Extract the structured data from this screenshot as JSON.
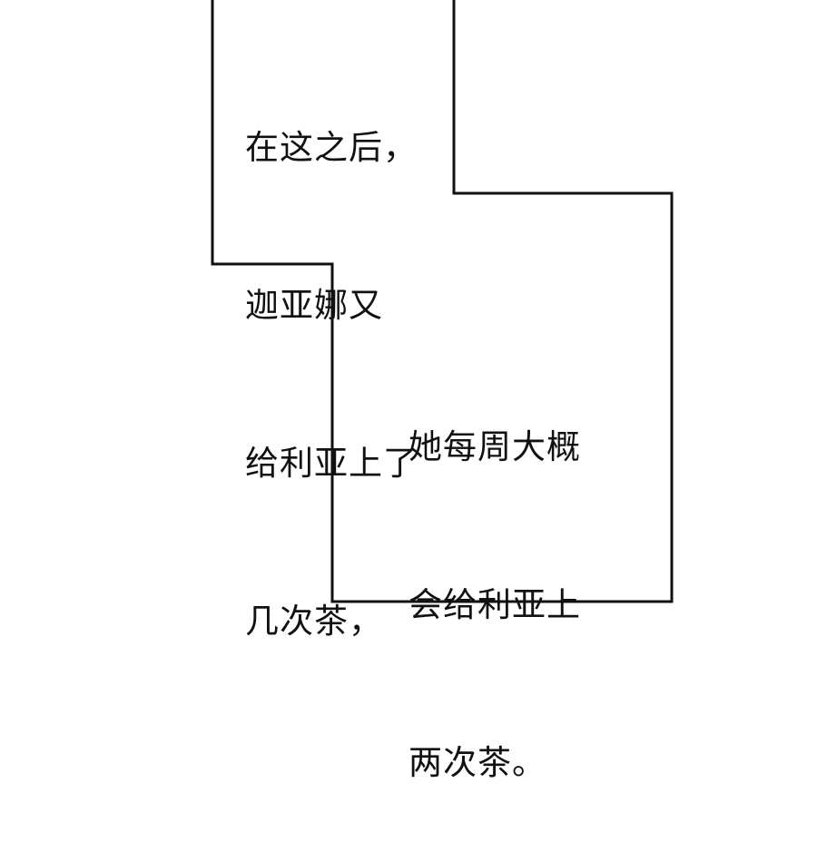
{
  "comic_panel": {
    "caption_box_1": {
      "lines": [
        "在这之后，",
        "迦亚娜又",
        "给利亚上了",
        "几次茶，"
      ]
    },
    "caption_box_2": {
      "lines": [
        "她每周大概",
        "会给利亚上",
        "两次茶。"
      ]
    },
    "colors": {
      "background": "#ffffff",
      "border": "#111111",
      "text": "#111111"
    }
  }
}
